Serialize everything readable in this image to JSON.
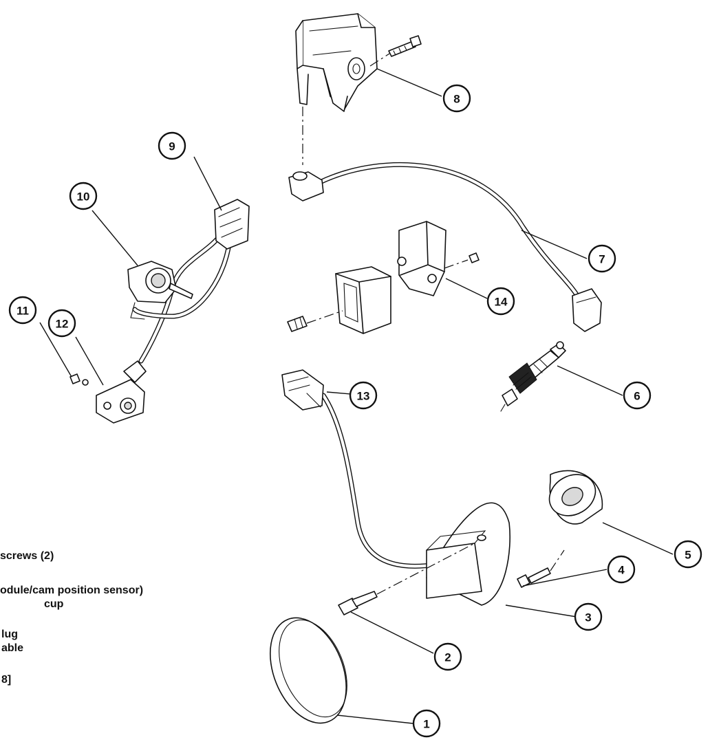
{
  "callouts": [
    "1",
    "2",
    "3",
    "4",
    "5",
    "6",
    "7",
    "8",
    "9",
    "10",
    "11",
    "12",
    "13",
    "14"
  ],
  "legend": [
    "screws (2)",
    "odule/cam position sensor)",
    "cup",
    "lug",
    "able",
    "8]"
  ]
}
